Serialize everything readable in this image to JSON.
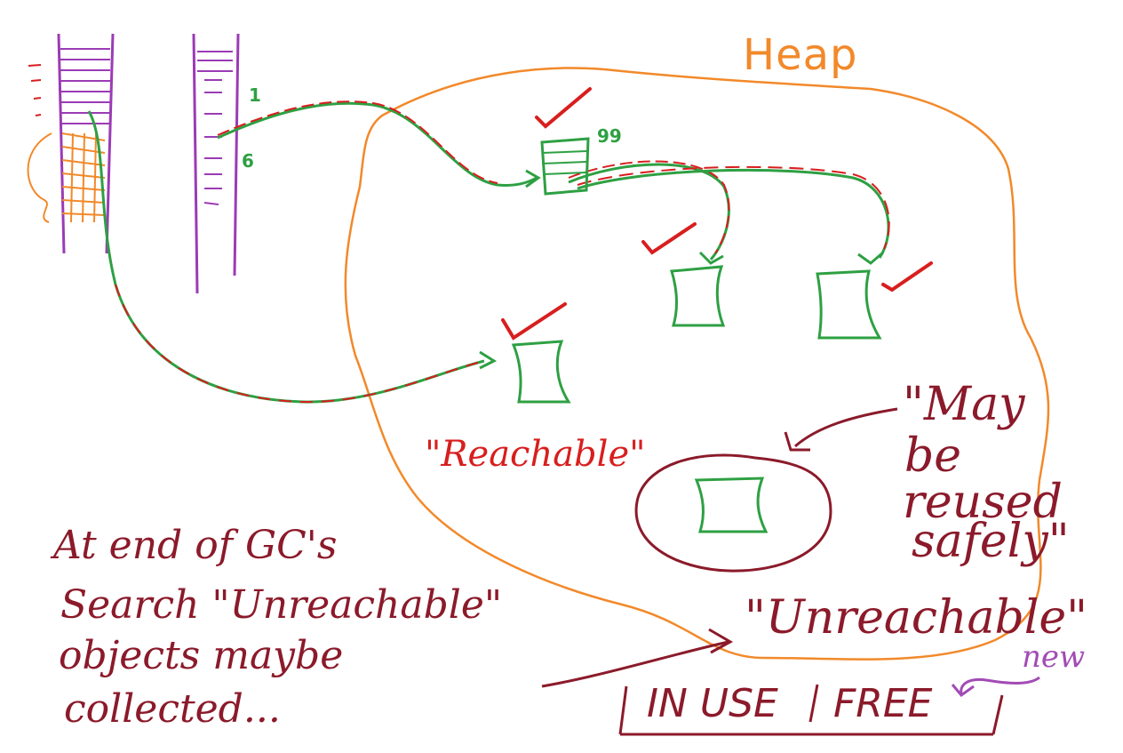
{
  "labels": {
    "heap": "Heap",
    "reachable": "\"Reachable\"",
    "may_be_reused_1": "\"May",
    "may_be_reused_2": "be",
    "may_be_reused_3": "reused",
    "may_be_reused_4": "safely\"",
    "unreachable": "\"Unreachable\"",
    "note_line1": "At end of GC's",
    "note_line2": "Search \"Unreachable\"",
    "note_line3": "objects maybe",
    "note_line4": "collected...",
    "in_use": "IN USE",
    "free": "FREE",
    "new": "new",
    "ref_1": "1",
    "ref_6": "6",
    "count_99": "99"
  },
  "colors": {
    "heap": "#f2892a",
    "stack": "#9b3bb5",
    "object": "#2ea043",
    "mark": "#d81e1e",
    "note": "#8b1a2a"
  }
}
